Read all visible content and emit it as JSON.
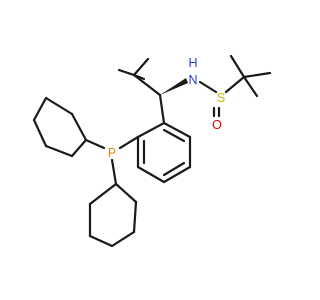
{
  "atoms": {
    "nitrogen": {
      "symbol": "N",
      "color": "#2b3bd1"
    },
    "hydrogen": {
      "symbol": "H",
      "color": "#2b3bd1"
    },
    "sulfur": {
      "symbol": "S",
      "color": "#c8b400"
    },
    "oxygen": {
      "symbol": "O",
      "color": "#e00000"
    },
    "phosphorus": {
      "symbol": "P",
      "color": "#e08a00"
    }
  },
  "colors": {
    "bond": "#1a1a1a",
    "background": "#ffffff"
  }
}
